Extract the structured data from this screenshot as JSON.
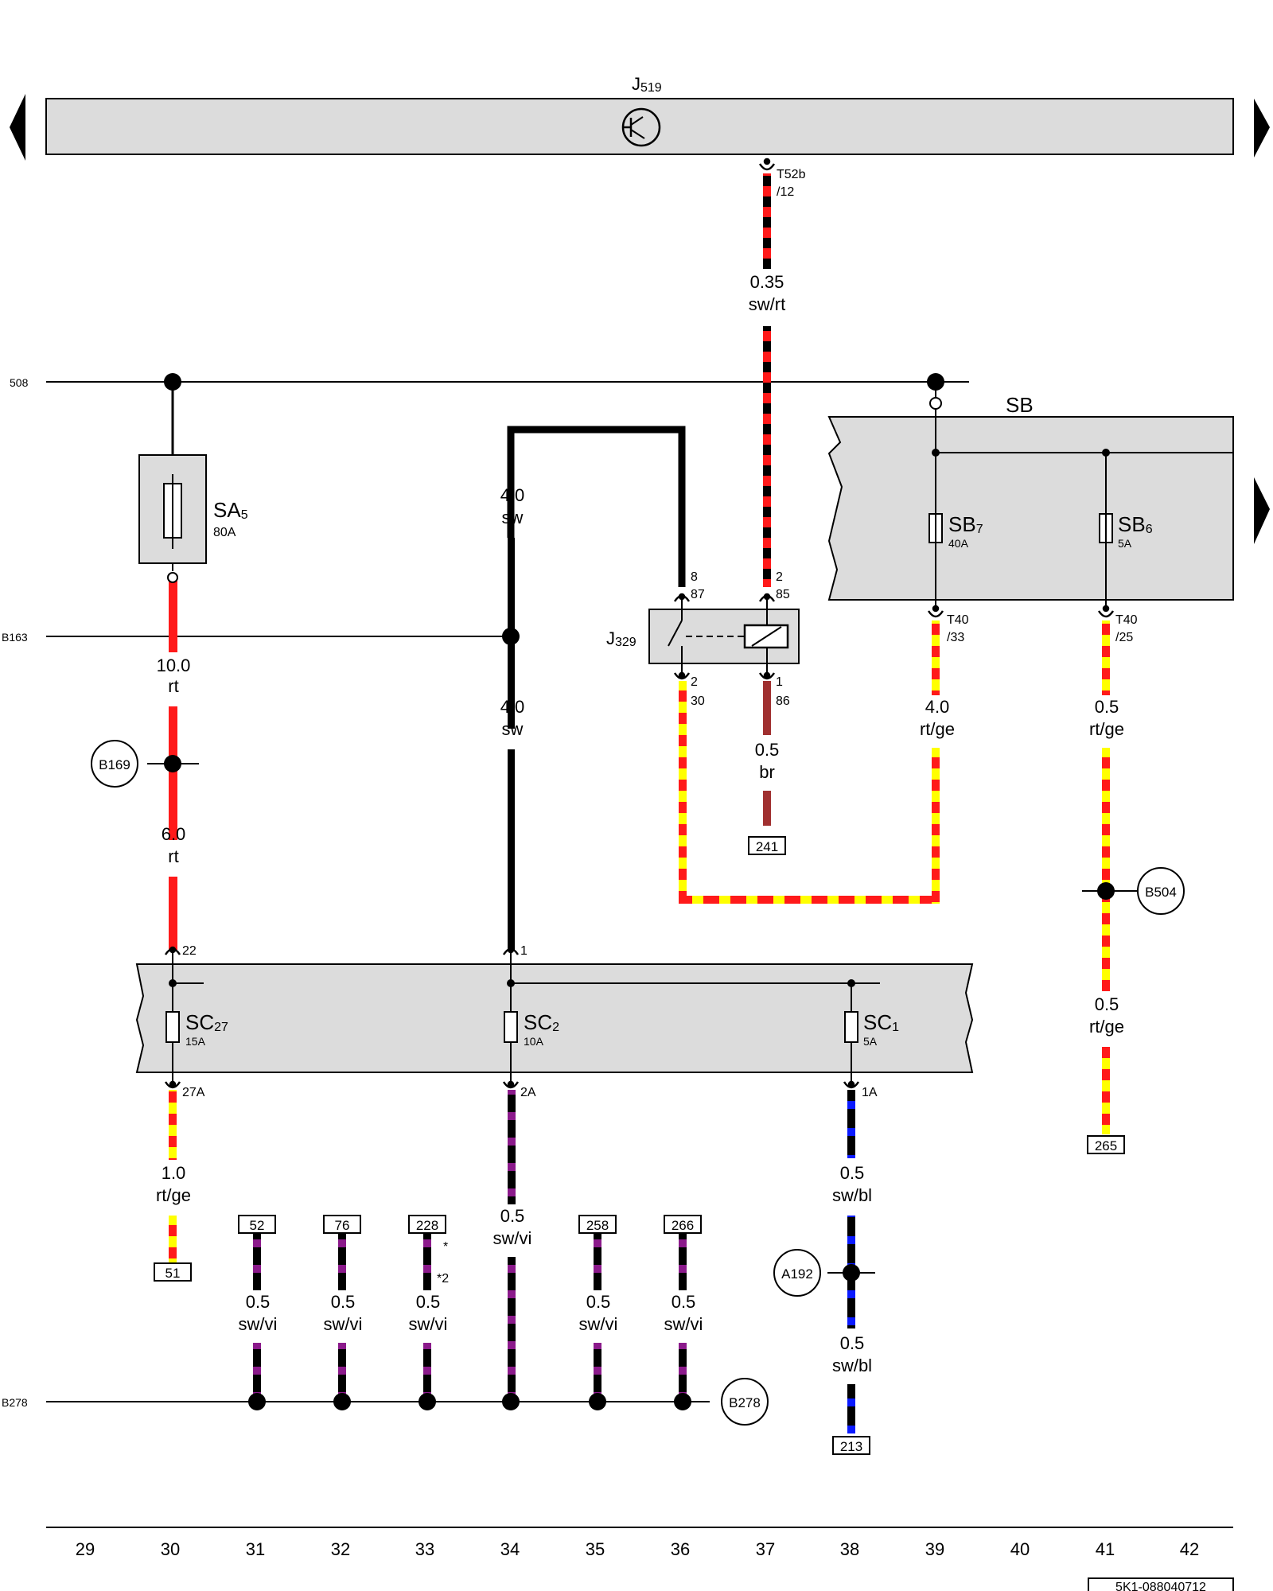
{
  "modules": {
    "J519": {
      "main": "J",
      "sub": "519"
    },
    "J329": {
      "main": "J",
      "sub": "329"
    },
    "SB": "SB"
  },
  "fuses": {
    "SA5": {
      "main": "SA",
      "sub": "5",
      "rating": "80A"
    },
    "SB7": {
      "main": "SB",
      "sub": "7",
      "rating": "40A"
    },
    "SB6": {
      "main": "SB",
      "sub": "6",
      "rating": "5A"
    },
    "SC27": {
      "main": "SC",
      "sub": "27",
      "rating": "15A"
    },
    "SC2": {
      "main": "SC",
      "sub": "2",
      "rating": "10A"
    },
    "SC1": {
      "main": "SC",
      "sub": "1",
      "rating": "5A"
    }
  },
  "pins": {
    "t52b_a": "T52b",
    "t52b_b": "/12",
    "j329_87_a": "8",
    "j329_87_b": "87",
    "j329_85_a": "2",
    "j329_85_b": "85",
    "j329_30_a": "2",
    "j329_30_b": "30",
    "j329_86_a": "1",
    "j329_86_b": "86",
    "t40_33_a": "T40",
    "t40_33_b": "/33",
    "t40_25_a": "T40",
    "t40_25_b": "/25",
    "sc_in_22": "22",
    "sc_in_1": "1",
    "sc_out_27a": "27A",
    "sc_out_2a": "2A",
    "sc_out_1a": "1A"
  },
  "wire_labels": [
    {
      "size": "0.35",
      "color": "sw/rt"
    },
    {
      "size": "4.0",
      "color": "sw"
    },
    {
      "size": "10.0",
      "color": "rt"
    },
    {
      "size": "4.0",
      "color": "sw"
    },
    {
      "size": "6.0",
      "color": "rt"
    },
    {
      "size": "4.0",
      "color": "rt/ge"
    },
    {
      "size": "0.5",
      "color": "rt/ge"
    },
    {
      "size": "0.5",
      "color": "br"
    },
    {
      "size": "0.5",
      "color": "rt/ge"
    },
    {
      "size": "1.0",
      "color": "rt/ge"
    },
    {
      "size": "0.5",
      "color": "sw/vi"
    },
    {
      "size": "0.5",
      "color": "sw/bl"
    },
    {
      "size": "0.5",
      "color": "sw/vi"
    },
    {
      "size": "0.5",
      "color": "sw/vi"
    },
    {
      "size": "0.5",
      "color": "sw/vi"
    },
    {
      "size": "0.5",
      "color": "sw/vi"
    },
    {
      "size": "0.5",
      "color": "sw/vi"
    },
    {
      "size": "0.5",
      "color": "sw/bl"
    }
  ],
  "bus_labels": {
    "b508": "508",
    "b163": "B163",
    "b278": "B278"
  },
  "splices": {
    "b169": "B169",
    "b504": "B504",
    "a192": "A192",
    "b278": "B278"
  },
  "refs": [
    "241",
    "265",
    "51",
    "52",
    "76",
    "228",
    "258",
    "266",
    "213"
  ],
  "footnotes": {
    "star": "*",
    "star2": "*2"
  },
  "columns": [
    "29",
    "30",
    "31",
    "32",
    "33",
    "34",
    "35",
    "36",
    "37",
    "38",
    "39",
    "40",
    "41",
    "42"
  ],
  "doc_number": "5K1-088040712",
  "colors": {
    "panel": "#dcdcdc",
    "red": "#ff1a1a",
    "yellow": "#ffff00",
    "black": "#000000",
    "brown": "#a03030",
    "violet": "#8b1a8b",
    "blue": "#0a1aff"
  }
}
